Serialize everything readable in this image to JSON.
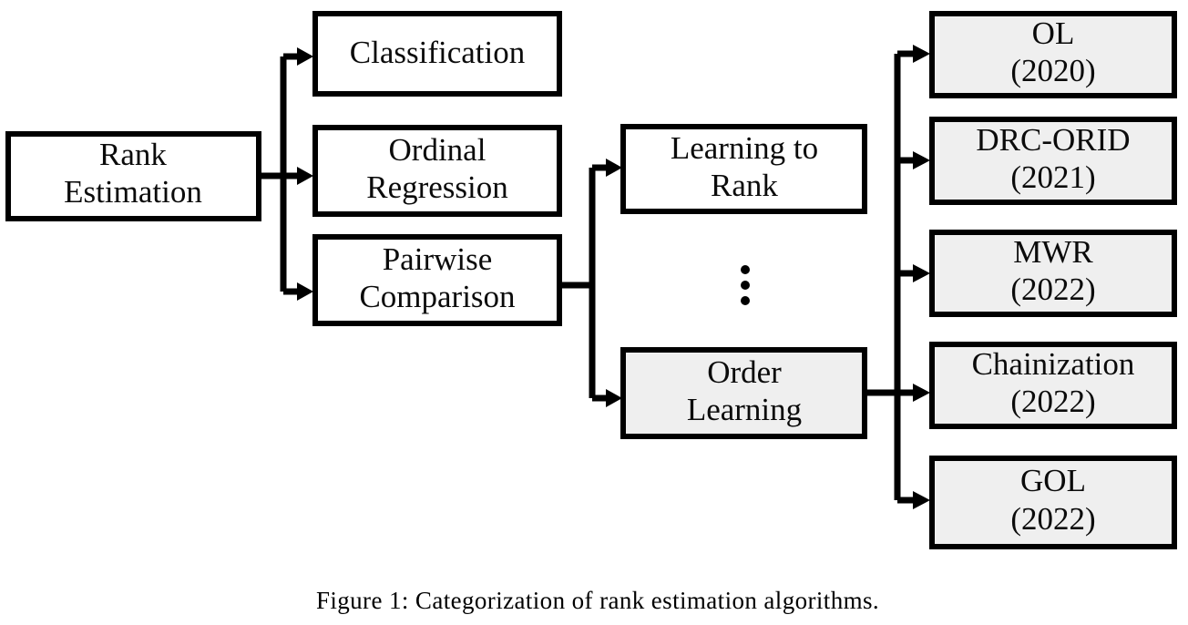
{
  "figure": {
    "caption": "Figure 1: Categorization of rank estimation algorithms.",
    "background_color": "#ffffff",
    "line_color": "#000000",
    "shaded_fill": "#efefef",
    "plain_fill": "#ffffff"
  },
  "diagram": {
    "type": "flowchart",
    "root": {
      "id": "rank-estimation",
      "line1": "Rank",
      "line2": "Estimation",
      "shaded": false
    },
    "categories": [
      {
        "id": "classification",
        "line1": "Classification",
        "line2": "",
        "shaded": false
      },
      {
        "id": "ordinal-regression",
        "line1": "Ordinal",
        "line2": "Regression",
        "shaded": false
      },
      {
        "id": "pairwise-comparison",
        "line1": "Pairwise",
        "line2": "Comparison",
        "shaded": false
      }
    ],
    "approaches": [
      {
        "id": "learning-to-rank",
        "line1": "Learning to",
        "line2": "Rank",
        "shaded": false
      },
      {
        "id": "order-learning",
        "line1": "Order",
        "line2": "Learning",
        "shaded": true
      }
    ],
    "ellipsis": "⋮",
    "methods": [
      {
        "id": "ol",
        "line1": "OL",
        "line2": "(2020)",
        "shaded": true
      },
      {
        "id": "drc-orid",
        "line1": "DRC-ORID",
        "line2": "(2021)",
        "shaded": true
      },
      {
        "id": "mwr",
        "line1": "MWR",
        "line2": "(2022)",
        "shaded": true
      },
      {
        "id": "chainization",
        "line1": "Chainization",
        "line2": "(2022)",
        "shaded": true
      },
      {
        "id": "gol",
        "line1": "GOL",
        "line2": "(2022)",
        "shaded": true
      }
    ]
  }
}
